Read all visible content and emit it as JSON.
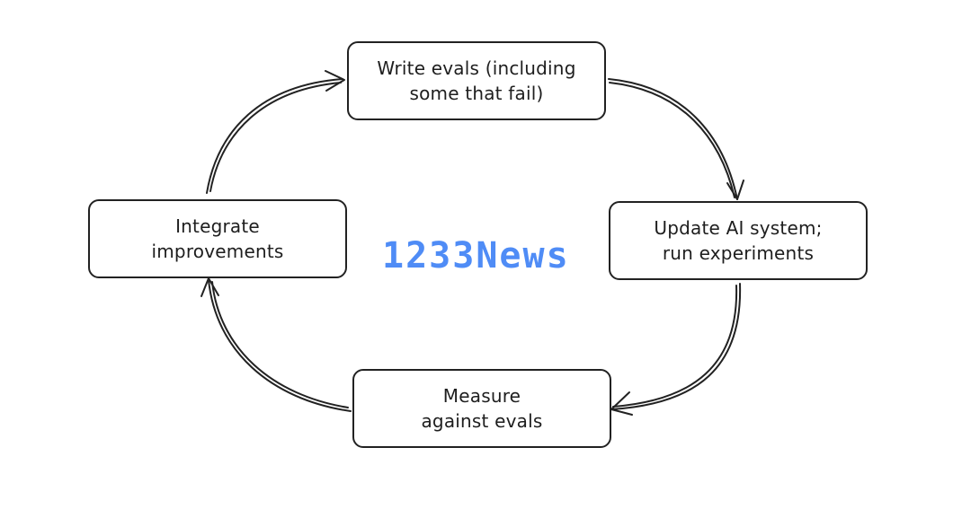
{
  "diagram": {
    "nodes": {
      "write_evals": "Write evals (including\nsome that fail)",
      "update_system": "Update AI system;\nrun experiments",
      "measure": "Measure\nagainst evals",
      "integrate": "Integrate\nimprovements"
    },
    "watermark": "1233News",
    "colors": {
      "stroke": "#222222",
      "text": "#1e1e1e",
      "watermark": "#4f8cf6"
    }
  }
}
